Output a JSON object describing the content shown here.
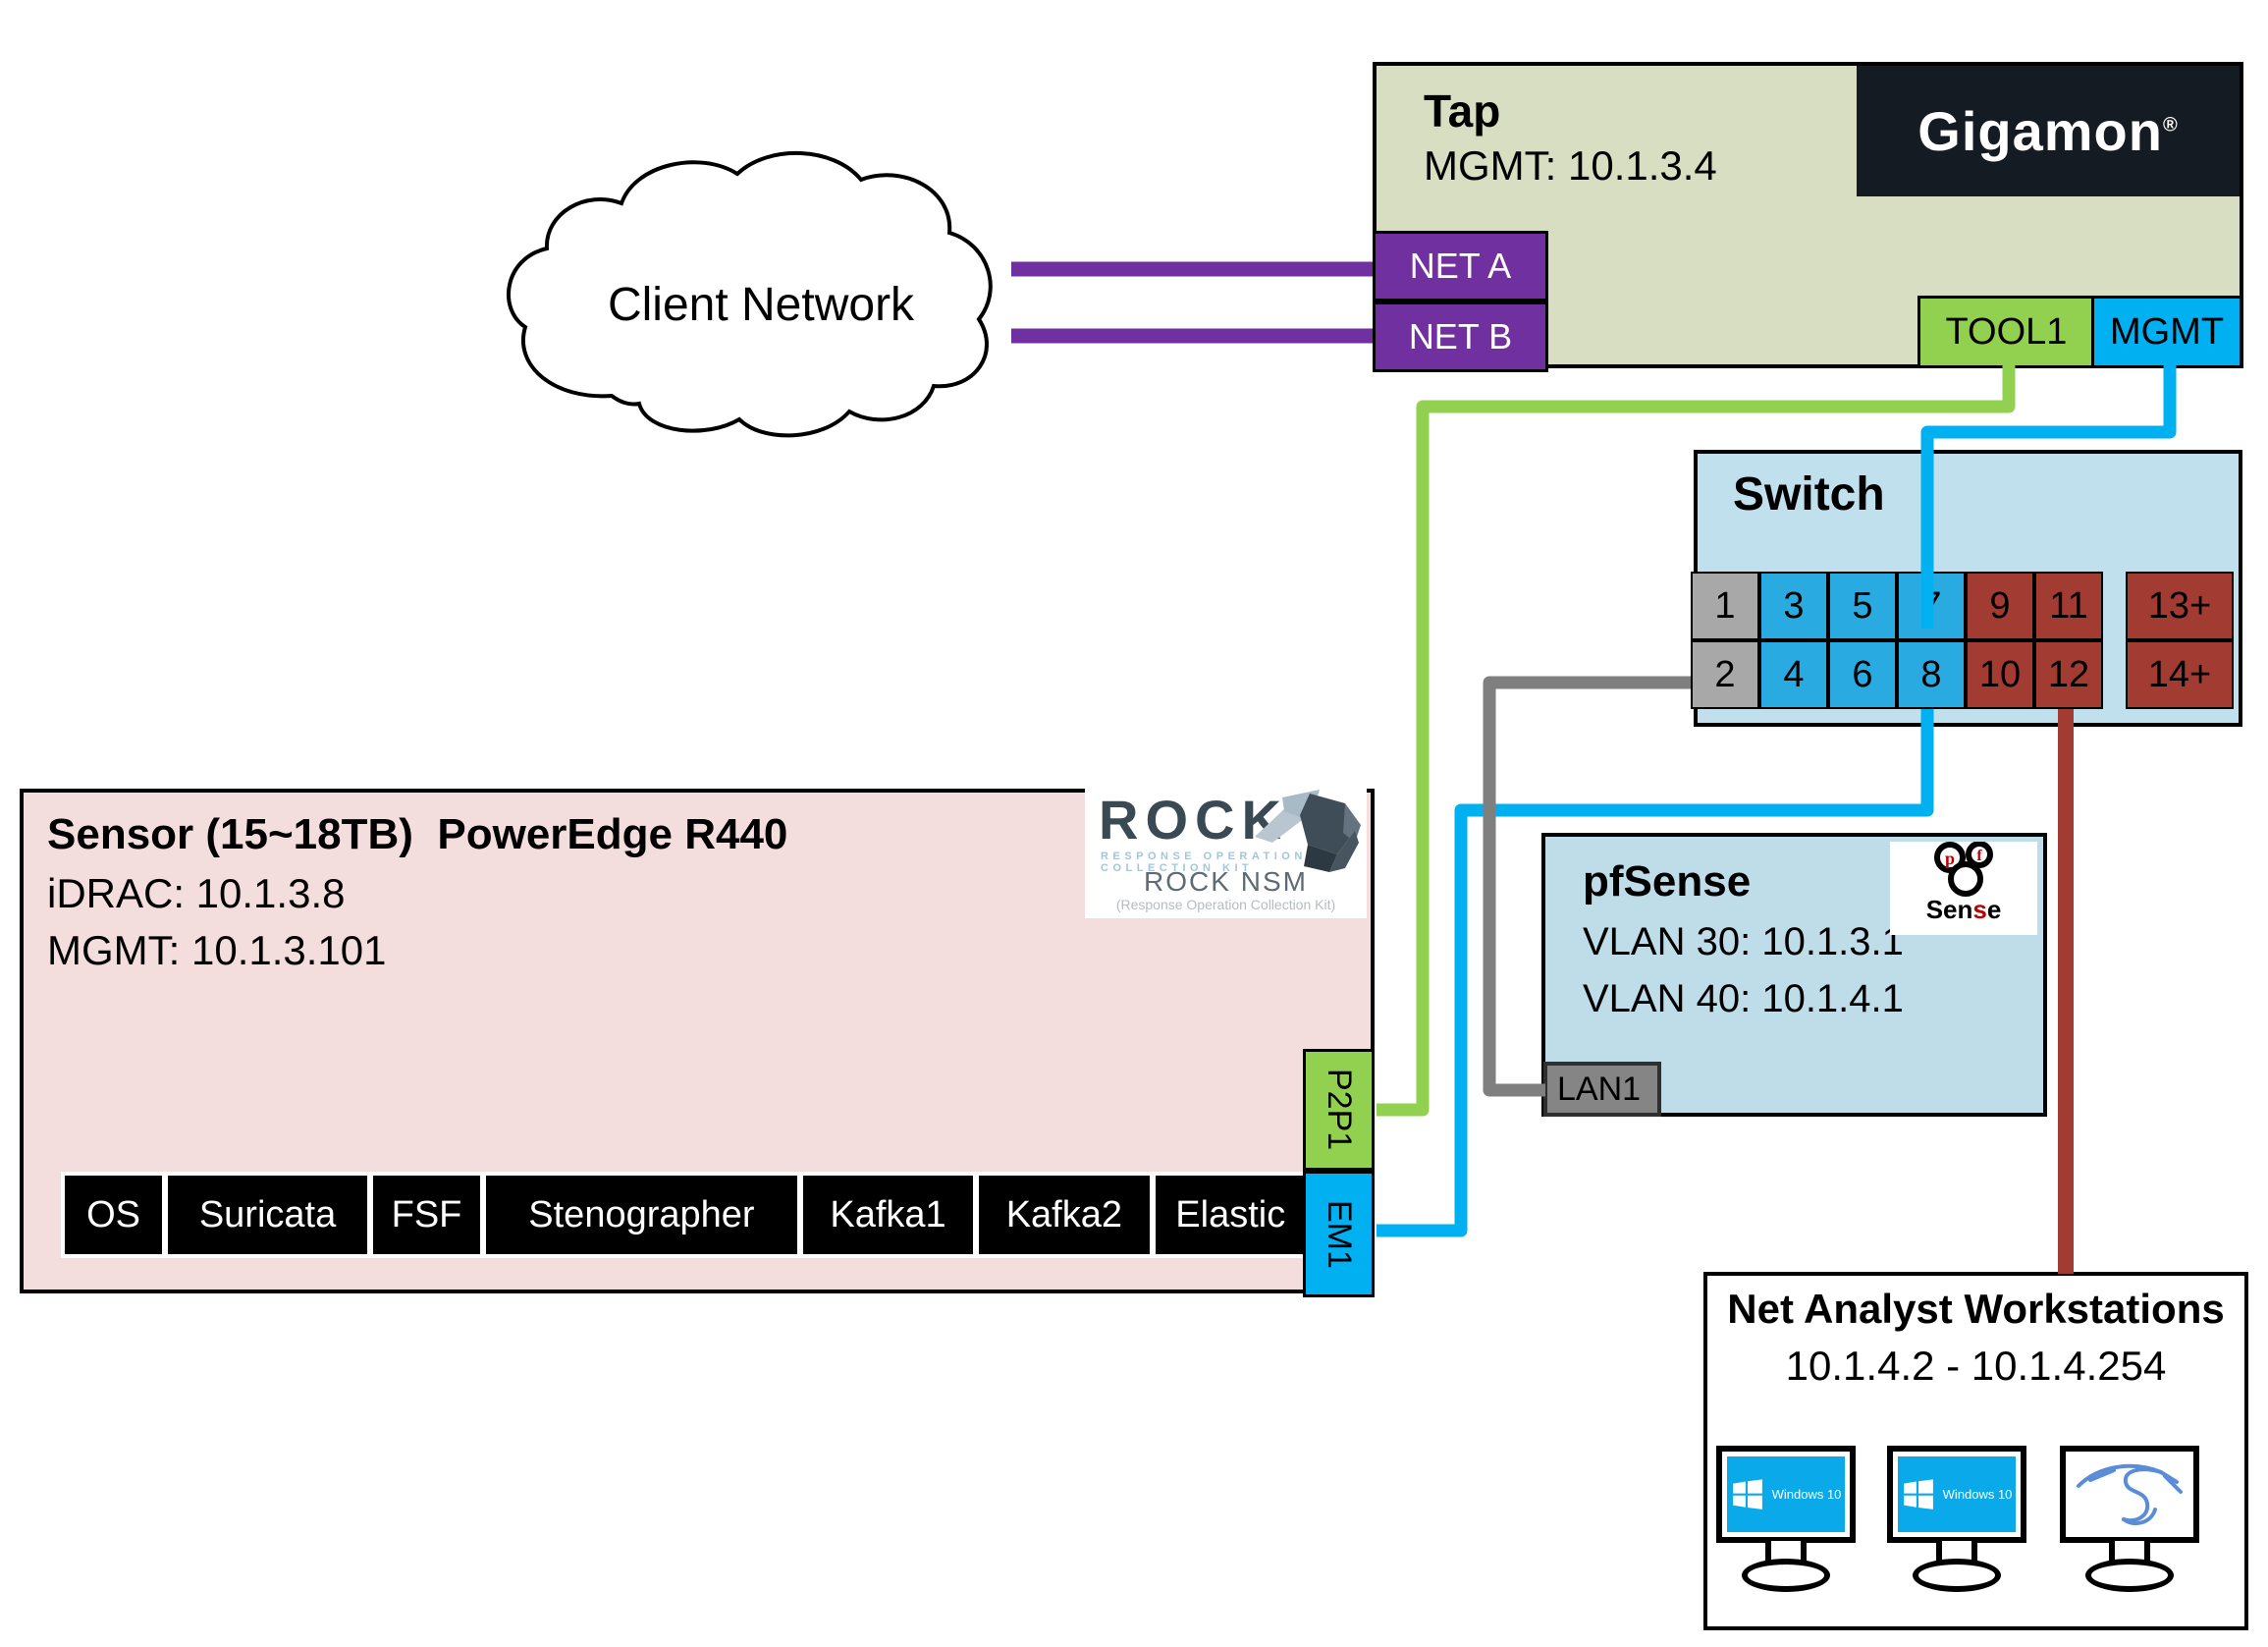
{
  "cloud": {
    "label": "Client Network"
  },
  "tap": {
    "title": "Tap",
    "subtitle": "MGMT: 10.1.3.4",
    "brand": "Gigamon",
    "brand_reg": "®",
    "port_net_a": "NET A",
    "port_net_b": "NET B",
    "port_tool1": "TOOL1",
    "port_mgmt": "MGMT"
  },
  "switch": {
    "title": "Switch",
    "ports_row1": [
      "1",
      "3",
      "5",
      "7",
      "9",
      "11"
    ],
    "ports_row2": [
      "2",
      "4",
      "6",
      "8",
      "10",
      "12"
    ],
    "uplink_top": "13+",
    "uplink_bottom": "14+"
  },
  "pfsense": {
    "title": "pfSense",
    "vlan30": "VLAN 30: 10.1.3.1",
    "vlan40": "VLAN 40: 10.1.4.1",
    "port_lan1": "LAN1",
    "logo_p": "p",
    "logo_f": "f",
    "logo_sen": "Sen",
    "logo_s": "s",
    "logo_e": "e"
  },
  "sensor": {
    "title": "Sensor (15~18TB)  PowerEdge R440",
    "idrac": "iDRAC: 10.1.3.8",
    "mgmt": "MGMT: 10.1.3.101",
    "services": [
      "OS",
      "Suricata",
      "FSF",
      "Stenographer",
      "Kafka1",
      "Kafka2",
      "Elastic"
    ],
    "port_p2p1": "P2P1",
    "port_em1": "EM1",
    "rock_logo": {
      "word": "ROCK",
      "tagline": "RESPONSE OPERATION COLLECTION KIT",
      "name": "ROCK NSM",
      "subtitle": "(Response Operation Collection Kit)"
    }
  },
  "workstations": {
    "title": "Net Analyst Workstations",
    "ip_range": "10.1.4.2 - 10.1.4.254",
    "monitor1_label": "Windows 10",
    "monitor2_label": "Windows 10"
  },
  "colors": {
    "purple_cable": "#7030a0",
    "green_cable": "#92d050",
    "blue_cable": "#00b0f0",
    "gray_cable": "#7f7f7f",
    "red_cable": "#a23b32",
    "tap_fill": "#d8dec2",
    "switch_fill": "#bfe0ec",
    "pfsense_fill": "#bfdde9",
    "sensor_fill": "#f3dedd",
    "port_gray": "#a8a8a8",
    "port_blue": "#29abe2",
    "port_brick": "#a23b32",
    "gigamon_bg": "#141b22"
  }
}
